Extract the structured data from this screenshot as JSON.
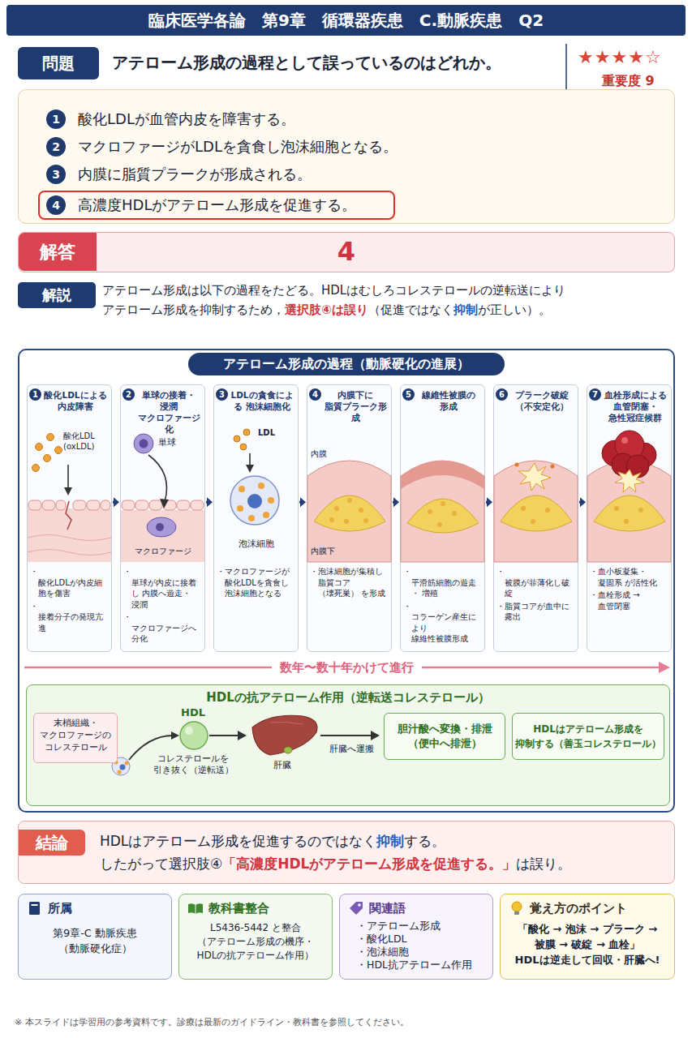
{
  "diagram": {
    "title": "臨床医学各論　第9章　循環器疾患　C.動脈疾患　Q2",
    "nodes": [
      {
        "text": [
          "問題"
        ]
      },
      {
        "text": [
          "酸化LDLが血管内皮を障害する。",
          "マクロファージがLDLを貪食し泡沫細胞となる。",
          "内膜に脂質プラークが形成される。"
        ]
      },
      {
        "text": [
          "1"
        ],
        "in": 1
      },
      {
        "text": [
          "2"
        ],
        "in": 1
      },
      {
        "text": [
          "3"
        ],
        "in": 1
      },
      {
        "text": [
          "高濃度HDLがアテローム形成を促進する。"
        ],
        "in": 1
      },
      {
        "text": [
          "4"
        ],
        "in": 5
      },
      {
        "text": [
          "4"
        ]
      },
      {
        "text": [
          "解答"
        ],
        "in": 7
      },
      {
        "text": [
          "解説"
        ]
      },
      {
        "text": [
          "数年〜数十年かけて進行"
        ]
      },
      {
        "text": [
          "アテローム形成の過程（動脈硬化の進展）"
        ],
        "in": 10
      },
      {
        "text": [
          "酸化LDLによる 内皮障害",
          "・酸化LDLが内皮細胞を傷害",
          "・接着分子の発現亢進"
        ],
        "in": 10
      },
      {
        "text": [
          "1"
        ],
        "in": 12
      },
      {
        "text": [
          "単球の接着・浸潤 マクロファージ化",
          "・単球が内皮に接着し 内膜へ遊走・浸潤",
          "・マクロファージへ分化"
        ],
        "in": 10
      },
      {
        "text": [
          "2"
        ],
        "in": 14
      },
      {
        "text": [
          "LDLの貪食による 泡沫細胞化",
          "・マクロファージが 酸化LDLを貪食し 泡沫細胞となる"
        ],
        "in": 10
      },
      {
        "text": [
          "3"
        ],
        "in": 16
      },
      {
        "text": [
          "内膜下に 脂質プラーク形成",
          "・泡沫細胞が集積し 脂質コア（壊死巣） を形成"
        ],
        "in": 10
      },
      {
        "text": [
          "4"
        ],
        "in": 18
      },
      {
        "text": [
          "線維性被膜の 形成",
          "・平滑筋細胞の遊走・ 増殖",
          "・コラーゲン産生により 線維性被膜形成"
        ],
        "in": 10
      },
      {
        "text": [
          "5"
        ],
        "in": 20
      },
      {
        "text": [
          "プラーク破綻 （不安定化）",
          "・被膜が菲薄化し破綻",
          "・脂質コアが血中に 露出"
        ],
        "in": 10
      },
      {
        "text": [
          "6"
        ],
        "in": 22
      },
      {
        "text": [
          "血栓形成による 血管閉塞・急性冠症候群",
          "・血小板凝集・凝固系 が活性化",
          "・血栓形成 → 血管閉塞"
        ],
        "in": 10
      },
      {
        "text": [
          "7"
        ],
        "in": 24
      },
      {
        "text": [
          "HDLの抗アテローム作用（逆転送コレステロール）"
        ],
        "in": 10
      },
      {
        "text": [
          "末梢組織・ マクロファージの コレステロール"
        ],
        "in": 26
      },
      {
        "text": [
          "胆汁酸へ変換・排泄 （便中へ排泄）"
        ],
        "in": 26
      },
      {
        "text": [
          "HDLはアテローム形成を 抑制する（善玉コレステロール）"
        ],
        "in": 26
      },
      {
        "text": [
          "HDLはアテローム形成を促進するのではなく",
          "抑制",
          "する。",
          "したがって選択肢④",
          "「高濃度HDLがアテローム形成を促進する。」",
          "は誤り。"
        ]
      },
      {
        "text": [
          "結論"
        ],
        "in": 30
      },
      {
        "text": [
          "所属",
          "第9章-C 動脈疾患 （動脈硬化症）"
        ]
      },
      {
        "text": [
          "教科書整合",
          "L5436-5442 と整合 （アテローム形成の機序・ HDLの抗アテローム作用）"
        ]
      },
      {
        "text": [
          "関連語",
          "・アテローム形成",
          "・酸化LDL",
          "・泡沫細胞",
          "・HDL抗アテローム作用"
        ]
      },
      {
        "text": [
          "覚え方のポイント",
          "「酸化 → 泡沫 → プラーク → 被膜 → 破綻 → 血栓」",
          "HDLは逆走して回収・肝臓へ!"
        ]
      }
    ],
    "edges": [
      {
        "from": 12,
        "to": 14,
        "arrow": "to"
      },
      {
        "from": 14,
        "to": 16,
        "arrow": "to"
      },
      {
        "from": 16,
        "to": 18,
        "arrow": "to"
      },
      {
        "from": 18,
        "to": 20,
        "arrow": "to"
      },
      {
        "from": 20,
        "to": 22,
        "arrow": "to"
      },
      {
        "from": 22,
        "to": 24,
        "arrow": "to"
      }
    ],
    "labels": [
      "アテローム形成の過程として誤っているのはどれか。",
      "★★★★☆",
      "重要度 9",
      "アテローム形成は以下の過程をたどる。HDLはむしろコレステロールの逆転送により アテローム形成を抑制するため，",
      "選択肢④は誤り",
      "（促進ではなく",
      "抑制",
      "が正しい）。",
      "酸化LDL (oxLDL)",
      "単球",
      "マクロファージ",
      "LDL",
      "泡沫細胞",
      "内膜",
      "内膜下",
      "HDL",
      "コレステロールを 引き抜く（逆転送）",
      "肝臓",
      "肝臓へ運搬",
      "※ 本スライドは学習用の参考資料です。診療は最新のガイドライン・教科書を参照してください。"
    ]
  }
}
